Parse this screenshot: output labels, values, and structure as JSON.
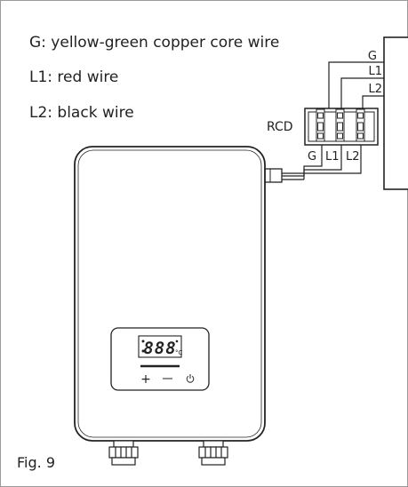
{
  "legend": [
    "G: yellow-green copper core wire",
    "L1: red wire",
    "L2: black wire"
  ],
  "rcd_label": "RCD",
  "panel_terminals": [
    "G",
    "L1",
    "L2"
  ],
  "rcd_terminals": [
    "G",
    "L1",
    "L2"
  ],
  "display": {
    "digits": "888",
    "controls": [
      "+",
      "—",
      "power-icon"
    ]
  },
  "figure_label": "Fig. 9"
}
